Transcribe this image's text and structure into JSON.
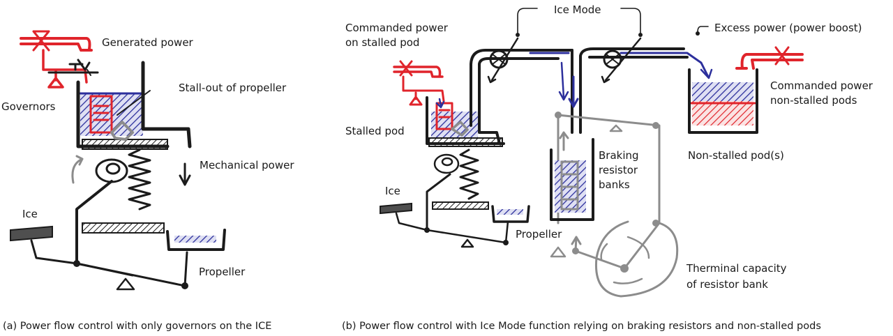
{
  "colors": {
    "ink": "#1b1b1b",
    "generated_power_red": "#e0242b",
    "fluid_blue": "#2c2f9c",
    "resistor_gray": "#8c8c8c"
  },
  "panel_a": {
    "labels": {
      "generated_power": "Generated power",
      "governors": "Governors",
      "stall_out": "Stall-out of propeller",
      "mechanical_power": "Mechanical power",
      "ice": "Ice",
      "propeller": "Propeller"
    },
    "caption": "(a) Power flow control with only governors on the ICE"
  },
  "panel_b": {
    "labels": {
      "ice_mode": "Ice Mode",
      "commanded_stalled_1": "Commanded power",
      "commanded_stalled_2": "on stalled pod",
      "excess_power": "Excess power (power boost)",
      "commanded_nonstalled_1": "Commanded power",
      "commanded_nonstalled_2": "non-stalled pods",
      "stalled_pod": "Stalled pod",
      "braking_1": "Braking",
      "braking_2": "resistor",
      "braking_3": "banks",
      "non_stalled_pods": "Non-stalled pod(s)",
      "ice": "Ice",
      "propeller": "Propeller",
      "thermal_1": "Therminal capacity",
      "thermal_2": "of resistor bank"
    },
    "caption": "(b) Power flow control with Ice Mode function relying on braking resistors and non-stalled pods"
  }
}
